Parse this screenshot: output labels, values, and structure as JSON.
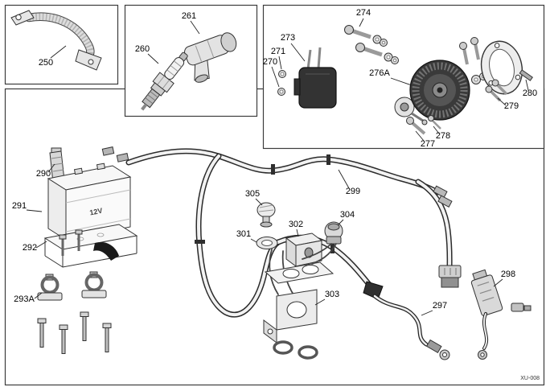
{
  "diagram": {
    "drawing_code": "XU-008",
    "battery_label": "12V",
    "callouts": {
      "c250": "250",
      "c260": "260",
      "c261": "261",
      "c270": "270",
      "c271": "271",
      "c273": "273",
      "c274": "274",
      "c276A": "276A",
      "c277": "277",
      "c278": "278",
      "c279": "279",
      "c280": "280",
      "c290": "290",
      "c291": "291",
      "c292": "292",
      "c293A": "293A",
      "c297": "297",
      "c298": "298",
      "c299": "299",
      "c301": "301",
      "c302": "302",
      "c303": "303",
      "c304": "304",
      "c305": "305"
    }
  }
}
